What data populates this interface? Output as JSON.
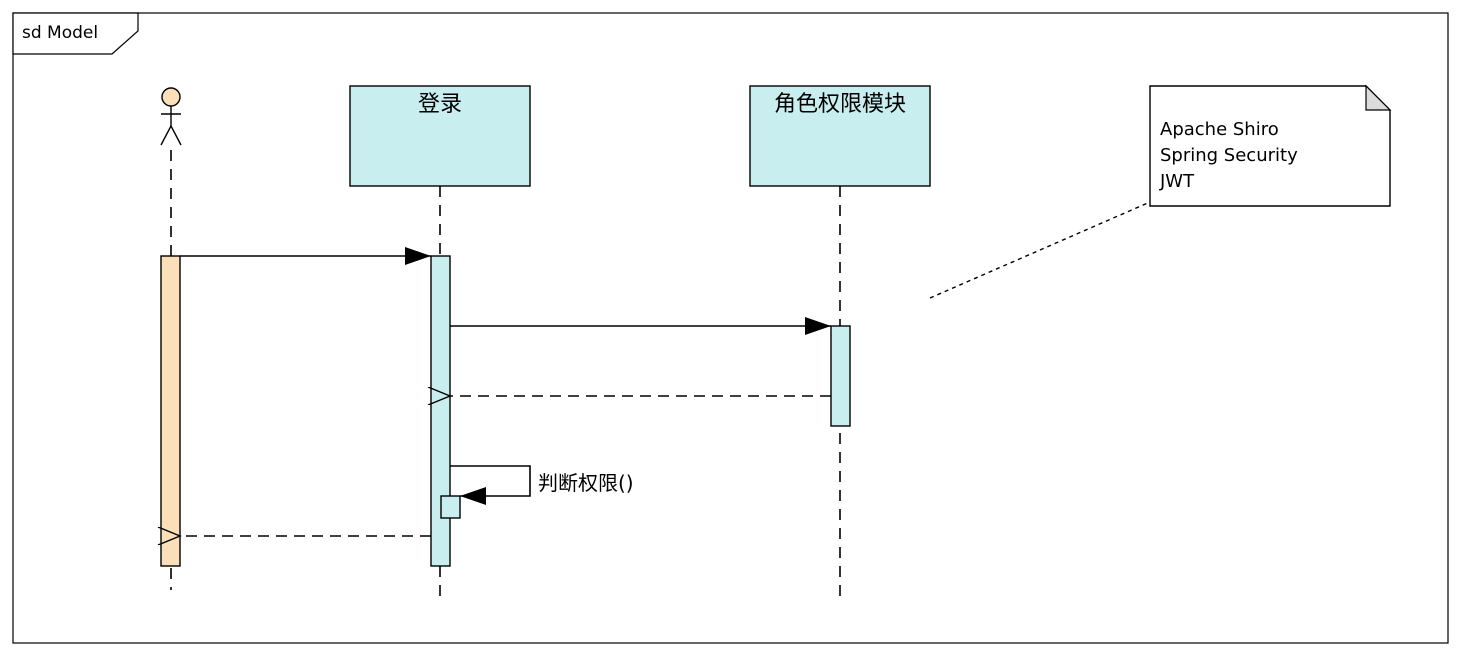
{
  "frame": {
    "label": "sd Model"
  },
  "participants": [
    {
      "kind": "actor"
    },
    {
      "kind": "lifeline",
      "label": "登录"
    },
    {
      "kind": "lifeline",
      "label": "角色权限模块"
    }
  ],
  "note": {
    "lines": [
      "Apache Shiro",
      "Spring Security",
      "JWT"
    ]
  },
  "messages": [
    {
      "from": "actor",
      "to": "登录",
      "kind": "sync"
    },
    {
      "from": "登录",
      "to": "角色权限模块",
      "kind": "sync"
    },
    {
      "from": "角色权限模块",
      "to": "登录",
      "kind": "return"
    },
    {
      "from": "登录",
      "to": "登录",
      "kind": "self",
      "label": "判断权限()"
    },
    {
      "from": "登录",
      "to": "actor",
      "kind": "return"
    }
  ],
  "colors": {
    "actor_fill": "#fbdfb9",
    "lifeline_fill": "#c9eef0",
    "stroke": "#000000"
  }
}
